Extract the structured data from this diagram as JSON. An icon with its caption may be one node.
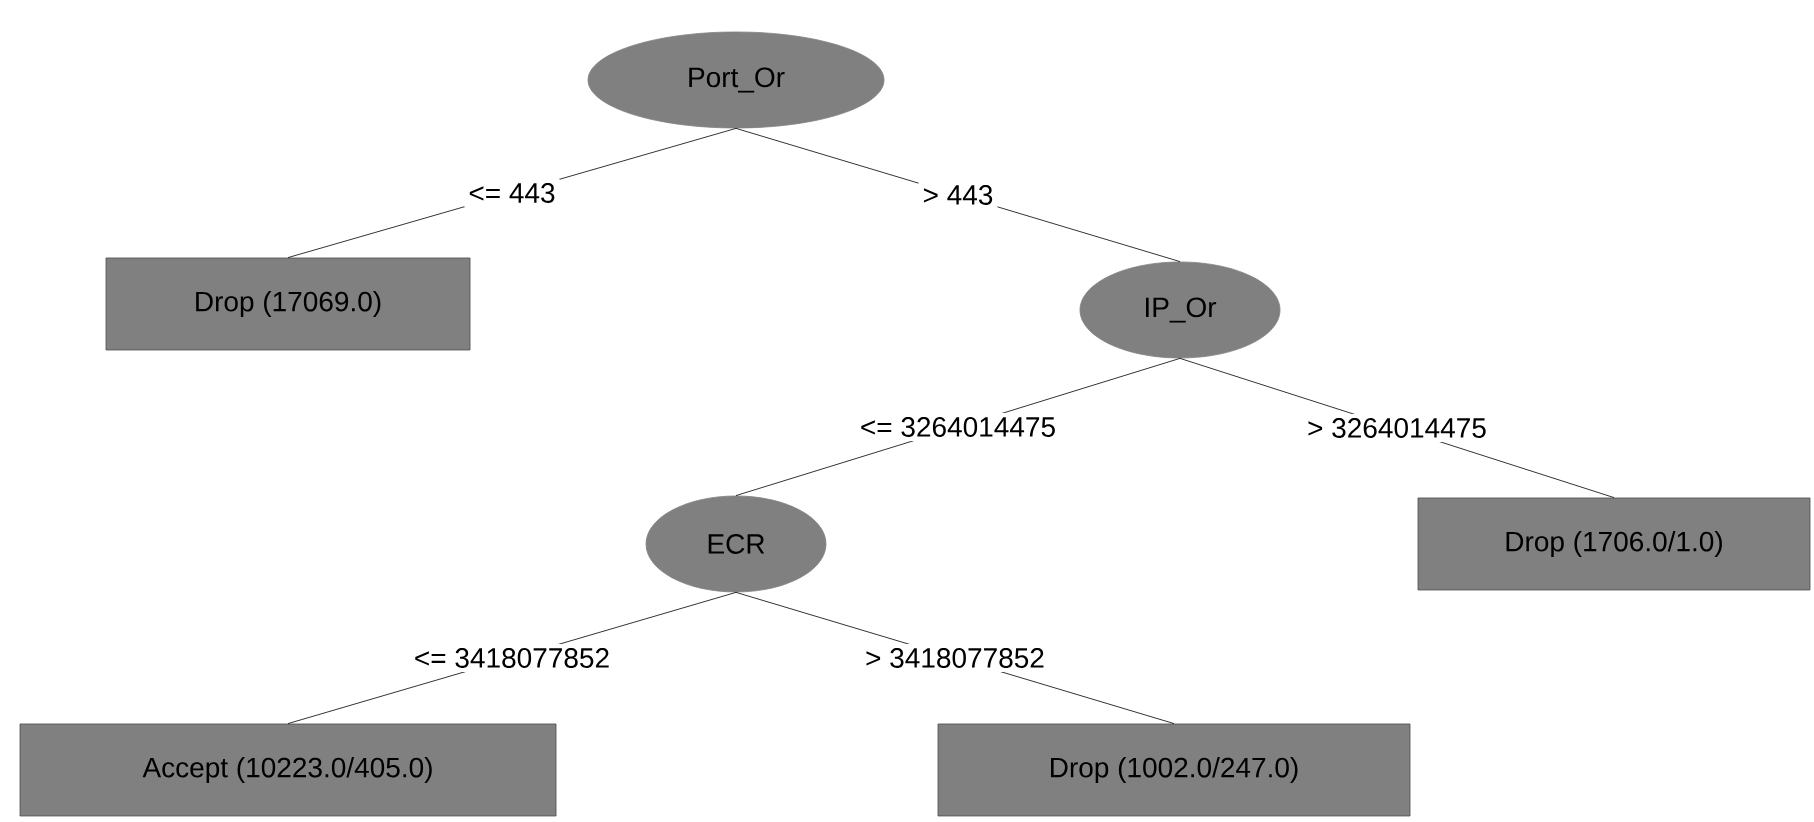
{
  "diagram": {
    "nodes": [
      {
        "text": [
          "Port_Or"
        ]
      },
      {
        "text": [
          "Drop (17069.0)"
        ]
      },
      {
        "text": [
          "IP_Or"
        ]
      },
      {
        "text": [
          "Drop (1706.0/1.0)"
        ]
      },
      {
        "text": [
          "ECR"
        ]
      },
      {
        "text": [
          "Accept (10223.0/405.0)"
        ]
      },
      {
        "text": [
          "Drop (1002.0/247.0)"
        ]
      }
    ],
    "edges": [
      {
        "from": 0,
        "to": 1,
        "arrow": "none",
        "label": "<= 443"
      },
      {
        "from": 0,
        "to": 2,
        "arrow": "none",
        "label": "> 443"
      },
      {
        "from": 2,
        "to": 4,
        "arrow": "none",
        "label": "<= 3264014475"
      },
      {
        "from": 2,
        "to": 3,
        "arrow": "none",
        "label": "> 3264014475"
      },
      {
        "from": 4,
        "to": 5,
        "arrow": "none",
        "label": "<= 3418077852"
      },
      {
        "from": 4,
        "to": 6,
        "arrow": "none",
        "label": "> 3418077852"
      }
    ]
  }
}
